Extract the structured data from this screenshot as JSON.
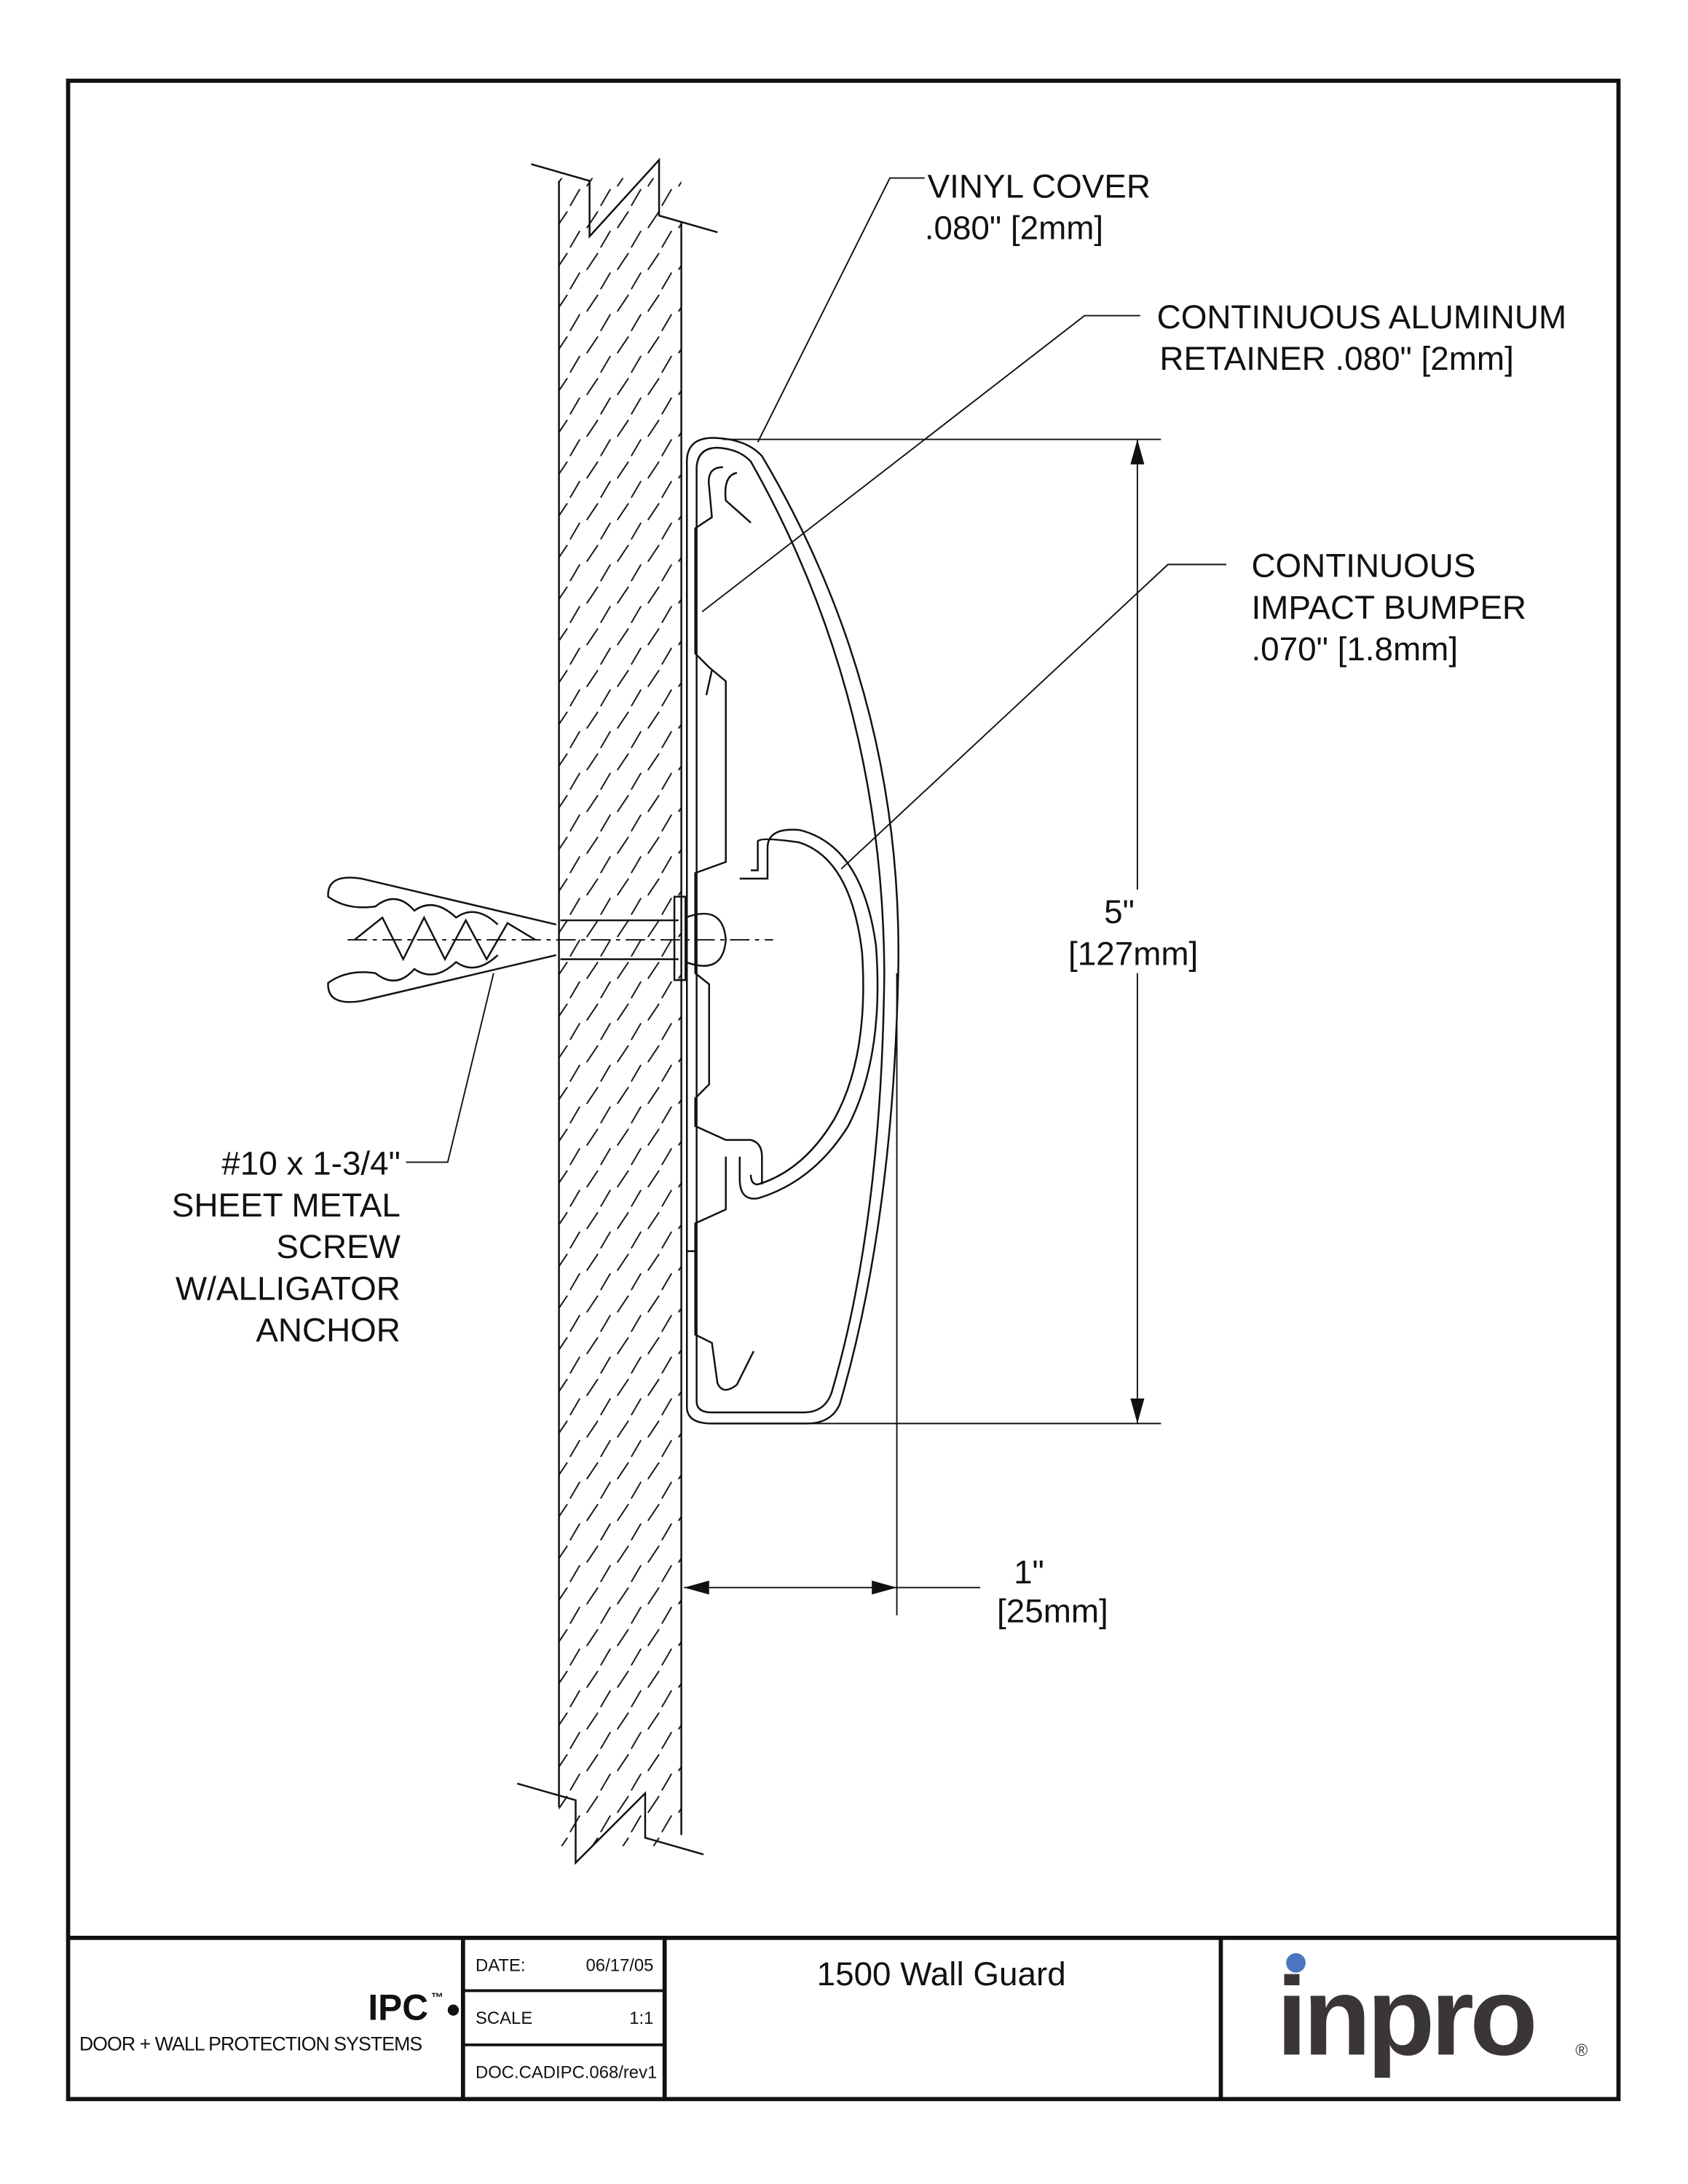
{
  "callouts": {
    "vinyl_cover": {
      "line1": "VINYL COVER",
      "line2": ".080\" [2mm]"
    },
    "retainer": {
      "line1": "CONTINUOUS ALUMINUM",
      "line2": "RETAINER .080\" [2mm]"
    },
    "bumper": {
      "line1": "CONTINUOUS",
      "line2": "IMPACT BUMPER",
      "line3": ".070\" [1.8mm]"
    },
    "screw": {
      "line1": "#10 x 1-3/4\"",
      "line2": "SHEET METAL",
      "line3": "SCREW",
      "line4": "W/ALLIGATOR",
      "line5": "ANCHOR"
    }
  },
  "dimensions": {
    "height": {
      "imperial": "5\"",
      "metric": "[127mm]"
    },
    "depth": {
      "imperial": "1\"",
      "metric": "[25mm]"
    }
  },
  "title_block": {
    "company": {
      "brand": "IPC",
      "tm": "™",
      "tagline": "DOOR + WALL PROTECTION SYSTEMS"
    },
    "date_label": "DATE:",
    "date_value": "06/17/05",
    "scale_label": "SCALE",
    "scale_value": "1:1",
    "doc_number": "DOC.CADIPC.068/rev1",
    "drawing_title": "1500 Wall Guard",
    "logo": {
      "text": "inpro",
      "registered": "®",
      "dot_color": "#4a76c0",
      "text_color": "#3a3536"
    }
  }
}
